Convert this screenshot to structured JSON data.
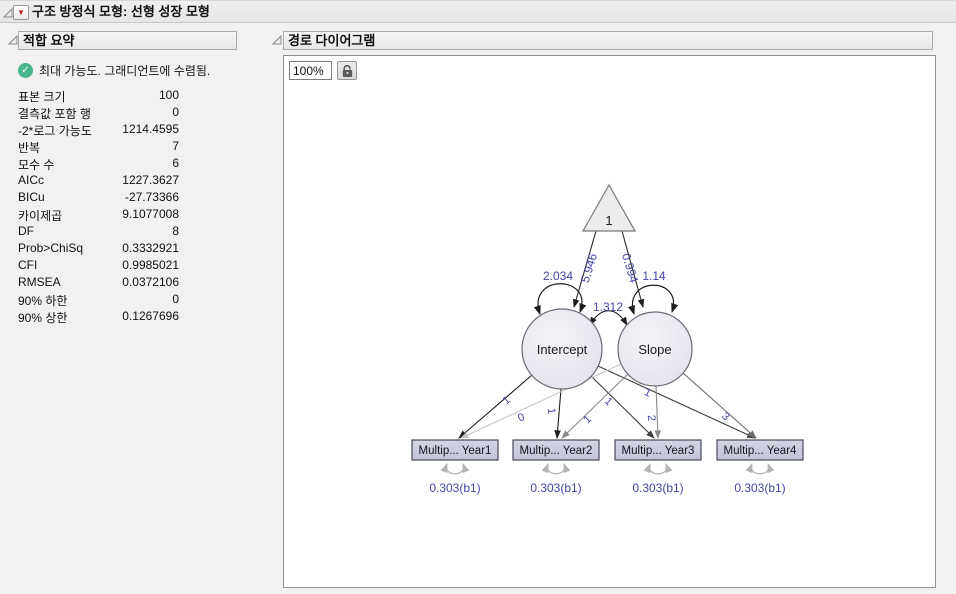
{
  "window": {
    "title": "구조 방정식 모형: 선형 성장 모형"
  },
  "fit_summary": {
    "header": "적합 요약",
    "convergence_message": "최대 가능도. 그래디언트에 수렴됨.",
    "stats": [
      {
        "label": "표본 크기",
        "value": "100"
      },
      {
        "label": "결측값 포함 행",
        "value": "0"
      },
      {
        "label": "-2*로그 가능도",
        "value": "1214.4595"
      },
      {
        "label": "반복",
        "value": "7"
      },
      {
        "label": "모수 수",
        "value": "6"
      },
      {
        "label": "AICc",
        "value": "1227.3627"
      },
      {
        "label": "BICu",
        "value": "-27.73366"
      },
      {
        "label": "카이제곱",
        "value": "9.1077008"
      },
      {
        "label": "DF",
        "value": "8"
      },
      {
        "label": "Prob>ChiSq",
        "value": "0.3332921"
      },
      {
        "label": "CFI",
        "value": "0.9985021"
      },
      {
        "label": "RMSEA",
        "value": "0.0372106"
      },
      {
        "label": "90% 하한",
        "value": "0"
      },
      {
        "label": "90% 상한",
        "value": "0.1267696"
      }
    ]
  },
  "path_diagram": {
    "header": "경로 다이어그램",
    "zoom_value": "100%",
    "constant_node": "1",
    "latent_nodes": [
      "Intercept",
      "Slope"
    ],
    "manifest_nodes": [
      "Multip... Year1",
      "Multip... Year2",
      "Multip... Year3",
      "Multip... Year4"
    ],
    "edge_labels": {
      "triangle_to_intercept": "5.946",
      "triangle_to_slope": "0.994",
      "intercept_variance": "2.034",
      "slope_variance": "1.14",
      "covariance": "1.312",
      "intercept_loadings": [
        "1",
        "1",
        "1",
        "1"
      ],
      "slope_loadings": [
        "0",
        "1",
        "2",
        "3"
      ],
      "error_variances": [
        "0.303(b1)",
        "0.303(b1)",
        "0.303(b1)",
        "0.303(b1)"
      ]
    },
    "colors": {
      "edge_label_blue": "#4545a8",
      "latent_fill": "#e9e9f1",
      "manifest_fill": "#c7c9da",
      "check_green": "#49b68d"
    }
  }
}
